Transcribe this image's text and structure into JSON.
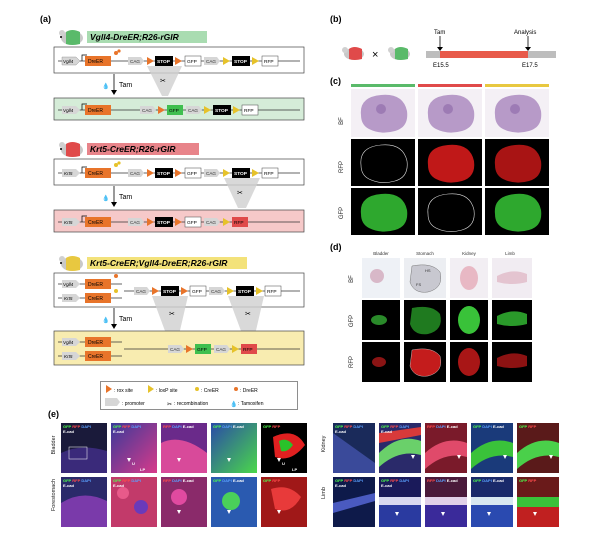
{
  "panels": {
    "a": "(a)",
    "b": "(b)",
    "c": "(c)",
    "d": "(d)",
    "e": "(e)"
  },
  "a": {
    "g1": {
      "title": "Vgll4-DreER;R26-rGIR",
      "title_bg": "#a9dcb1",
      "row1": {
        "promoter": "Vgll4",
        "recombinase": "DreER",
        "e1": "CAG",
        "e2": "STOP",
        "e3": "GFP",
        "e4": "CAG",
        "e5": "STOP",
        "e6": "RFP"
      },
      "tam": "Tam",
      "row2": {
        "promoter": "Vgll4",
        "recombinase": "DreER",
        "e1": "CAG",
        "e2": "GFP",
        "e3": "CAG",
        "e4": "STOP",
        "e5": "RFP"
      }
    },
    "g2": {
      "title": "Krt5-CreER;R26-rGIR",
      "title_bg": "#e8848a",
      "row1": {
        "promoter": "Krt5",
        "recombinase": "CreER",
        "e1": "CAG",
        "e2": "STOP",
        "e3": "GFP",
        "e4": "CAG",
        "e5": "STOP",
        "e6": "RFP"
      },
      "tam": "Tam",
      "row2": {
        "promoter": "Krt5",
        "recombinase": "CreER",
        "e1": "CAG",
        "e2": "STOP",
        "e3": "GFP",
        "e4": "CAG",
        "e5": "RFP"
      }
    },
    "g3": {
      "title": "Krt5-CreER;Vgll4-DreER;R26-rGIR",
      "title_bg": "#f3e27a",
      "row1": {
        "p1": "Vgll4",
        "r1": "DreER",
        "p2": "Krt5",
        "r2": "CreER",
        "e1": "CAG",
        "e2": "STOP",
        "e3": "GFP",
        "e4": "CAG",
        "e5": "STOP",
        "e6": "RFP"
      },
      "tam": "Tam",
      "row2": {
        "p1": "Vgll4",
        "r1": "DreER",
        "p2": "Krt5",
        "r2": "CreER",
        "e1": "CAG",
        "e2": "GFP",
        "e3": "CAG",
        "e4": "RFP"
      }
    },
    "legend": {
      "rox": ": rox site",
      "loxp": ": loxP site",
      "creer": ": CreER",
      "dreer": ": DreER",
      "promoter": ": promoter",
      "recombination": ": recombination",
      "tamoxifen": ": Tamoxifen"
    }
  },
  "b": {
    "tam": "Tam",
    "analysis": "Analysis",
    "e1": "E15.5",
    "e2": "E17.5",
    "cross": "×"
  },
  "c": {
    "rows": [
      "BF",
      "RFP",
      "GFP"
    ],
    "bar_colors": [
      "#5aba6a",
      "#e04a4a",
      "#e8c840"
    ]
  },
  "d": {
    "organs": [
      "Bladder",
      "Stomach",
      "Kidney",
      "Limb"
    ],
    "rows": [
      "BF",
      "GFP",
      "RFP"
    ],
    "hs": "HS",
    "fs": "FS"
  },
  "e": {
    "left_rows": [
      "Bladder",
      "Forestomach"
    ],
    "right_rows": [
      "Kidney",
      "Limb"
    ],
    "lbl_u": "U",
    "lbl_lp": "LP",
    "ch": {
      "gfp": "GFP",
      "rfp": "RFP",
      "dapi": "DAPI",
      "ecad": "E-cad"
    }
  }
}
